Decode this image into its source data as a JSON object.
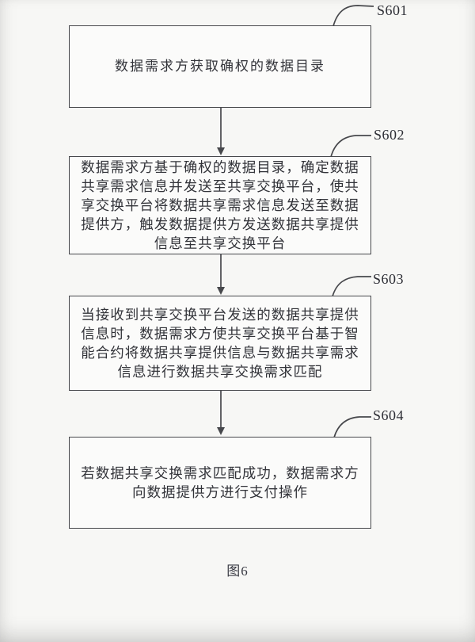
{
  "caption": "图6",
  "colors": {
    "line": "#47484c",
    "text": "#323339",
    "background": "#f7f7f5"
  },
  "steps": [
    {
      "id": "S601",
      "text": "数据需求方获取确权的数据目录"
    },
    {
      "id": "S602",
      "text": "数据需求方基于确权的数据目录，确定数据\n共享需求信息并发送至共享交换平台，使共\n享交换平台将数据共享需求信息发送至数据\n提供方，触发数据提供方发送数据共享提供\n信息至共享交换平台"
    },
    {
      "id": "S603",
      "text": "当接收到共享交换平台发送的数据共享提供\n信息时，数据需求方使共享交换平台基于智\n能合约将数据共享提供信息与数据共享需求\n信息进行数据共享交换需求匹配"
    },
    {
      "id": "S604",
      "text": "若数据共享交换需求匹配成功，数据需求方\n向数据提供方进行支付操作"
    }
  ]
}
